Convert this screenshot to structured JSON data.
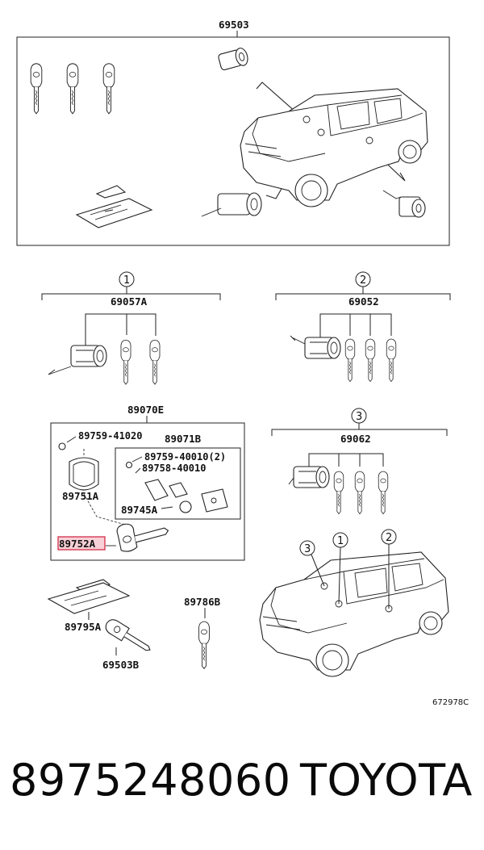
{
  "labels": {
    "top_assembly": "69503",
    "cyl_set_1": "69057A",
    "cyl_set_2": "69052",
    "transmitter_assy": "89070E",
    "cyl_set_3": "69062",
    "screw": "89759-41020",
    "sub_assy": "89071B",
    "screw_2": "89759-40010(2)",
    "screw_3": "89758-40010",
    "cover": "89751A",
    "battery_assy": "89745A",
    "highlighted_part": "89752A",
    "plate": "89795A",
    "blank_key": "89786B",
    "key": "69503B",
    "diagram_ref": "672978C"
  },
  "callouts": {
    "one": "1",
    "two": "2",
    "three": "3"
  },
  "footer": {
    "part_number": "8975248060",
    "brand": "TOYOTA"
  },
  "colors": {
    "highlight": "#d22c48",
    "ink": "#111111"
  }
}
